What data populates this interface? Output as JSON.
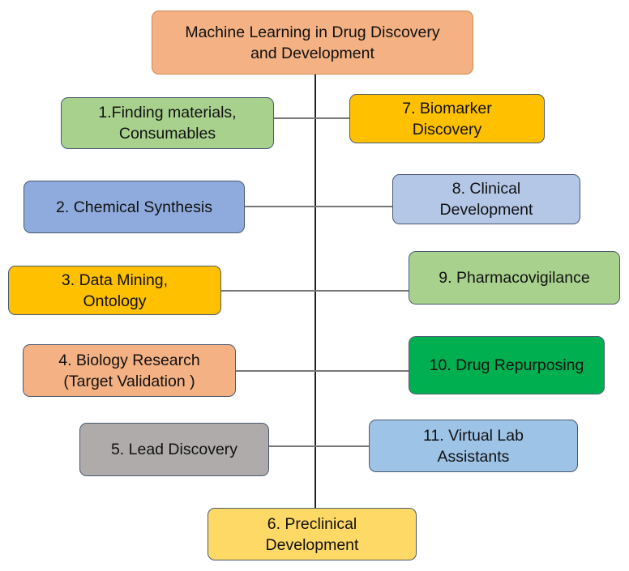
{
  "root": {
    "label": "Machine Learning in Drug Discovery\nand Development",
    "color": "#F4B183"
  },
  "nodes": [
    {
      "label": "1.Finding materials,\nConsumables",
      "color": "#A9D18E"
    },
    {
      "label": "2. Chemical Synthesis",
      "color": "#8FAADC"
    },
    {
      "label": "3. Data Mining,\nOntology",
      "color": "#FFC000"
    },
    {
      "label": "4. Biology Research\n(Target Validation )",
      "color": "#F4B183"
    },
    {
      "label": "5. Lead Discovery",
      "color": "#AFABAB"
    },
    {
      "label": "6. Preclinical\nDevelopment",
      "color": "#FFD966"
    },
    {
      "label": "7. Biomarker\nDiscovery",
      "color": "#FFC000"
    },
    {
      "label": "8. Clinical\nDevelopment",
      "color": "#B4C7E7"
    },
    {
      "label": "9. Pharmacovigilance",
      "color": "#A9D18E"
    },
    {
      "label": "10. Drug Repurposing",
      "color": "#00B050"
    },
    {
      "label": "11. Virtual Lab\nAssistants",
      "color": "#9DC3E6"
    }
  ]
}
